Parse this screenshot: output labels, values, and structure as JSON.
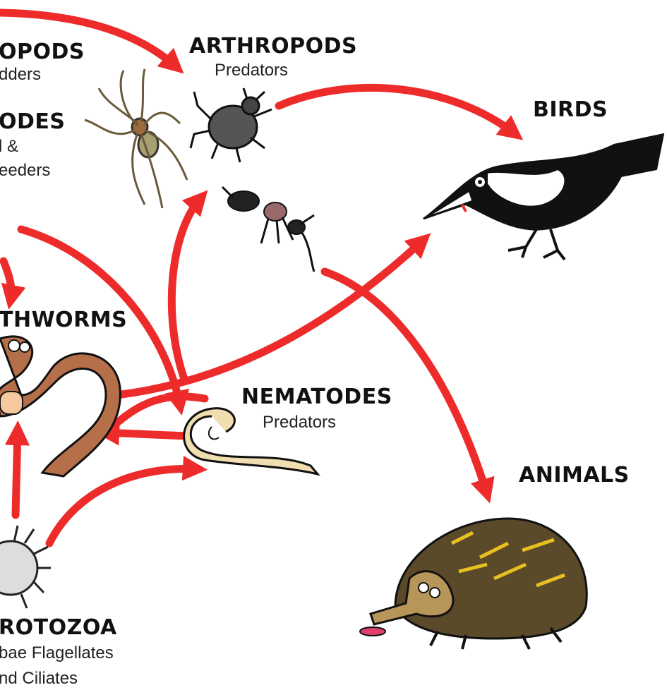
{
  "nodes": {
    "arthropods_left": {
      "title": "OPODS",
      "sub": "dders"
    },
    "nematodes_left": {
      "title": "ODES",
      "sub1": "l &",
      "sub2": "eeders"
    },
    "arthropods_pred": {
      "title": "ARTHROPODS",
      "sub": "Predators"
    },
    "birds": {
      "title": "BIRDS"
    },
    "earthworms": {
      "title": "THWORMS"
    },
    "nematodes_pred": {
      "title": "NEMATODES",
      "sub": "Predators"
    },
    "animals": {
      "title": "ANIMALS"
    },
    "protozoa": {
      "title": "ROTOZOA",
      "sub1": "bae Flagellates",
      "sub2": "nd Ciliates"
    }
  },
  "colors": {
    "arrow": "#ee2b2b",
    "worm": "#b5704a",
    "nematode": "#f0deb0",
    "mite": "#555555",
    "magpie": "#111111",
    "echidna": "#b8965a",
    "spine_yellow": "#e8c020"
  }
}
